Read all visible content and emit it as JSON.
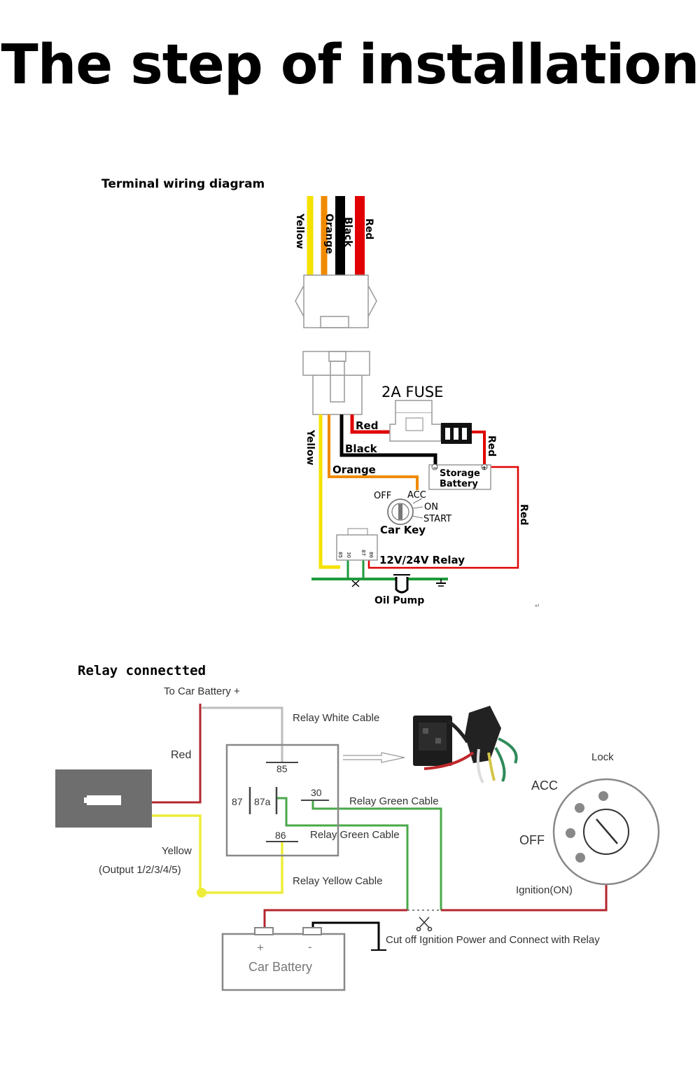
{
  "title": "The step of installation",
  "terminal": {
    "heading": "Terminal wiring diagram",
    "connector_wires": [
      "Yellow",
      "Orange",
      "Black",
      "Red"
    ],
    "fuse_label": "2A FUSE",
    "wire_red": "Red",
    "wire_black": "Black",
    "wire_orange": "Orange",
    "wire_yellow": "Yellow",
    "wire_red_right": "Red",
    "wire_red_long": "Red",
    "battery_line1": "Storage",
    "battery_line2": "Battery",
    "key_off": "OFF",
    "key_acc": "ACC",
    "key_on": "ON",
    "key_start": "START",
    "key_label": "Car Key",
    "relay_label": "12V/24V Relay",
    "relay_pins": [
      "85",
      "30",
      "87",
      "86"
    ],
    "pump_label": "Oil Pump"
  },
  "relay_section": {
    "heading": "Relay connectted",
    "to_battery": "To Car Battery +",
    "red_label": "Red",
    "white_cable": "Relay White Cable",
    "pin_85": "85",
    "pin_87": "87",
    "pin_87a": "87a",
    "pin_30": "30",
    "pin_86": "86",
    "green_cable_1": "Relay Green Cable",
    "green_cable_2": "Relay Green Cable",
    "yellow_cable": "Relay Yellow Cable",
    "yellow_label": "Yellow",
    "output_label": "(Output 1/2/3/4/5)",
    "lock": "Lock",
    "acc": "ACC",
    "off": "OFF",
    "ignition": "Ignition(ON)",
    "cut_off": "Cut off Ignition Power and Connect with Relay",
    "battery_plus": "+",
    "battery_minus": "-",
    "battery_label": "Car Battery"
  },
  "colors": {
    "yellow": "#f5e100",
    "orange": "#f08a00",
    "black": "#000000",
    "red": "#e00000",
    "green": "#1e9a3c",
    "wire_red_dark": "#b3262e",
    "wire_green": "#4aa84a",
    "wire_yellow": "#eded3a",
    "gray": "#888888"
  }
}
